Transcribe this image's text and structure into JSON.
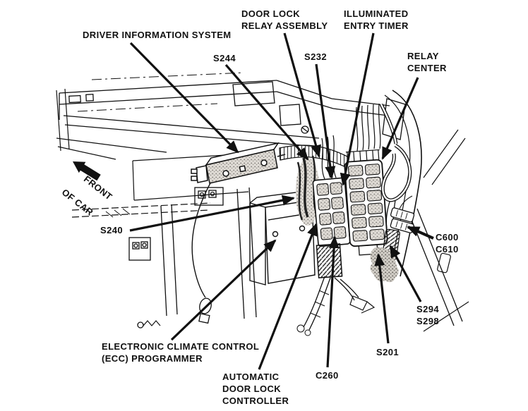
{
  "figure": {
    "background": "#ffffff",
    "ink": "#111111",
    "stipple_gray": "#8a8680",
    "front_of_car": {
      "line1": "FRONT",
      "line2": "OF CAR"
    },
    "labels": {
      "driver_information_system": "DRIVER INFORMATION SYSTEM",
      "s244": "S244",
      "door_lock_relay_assembly": "DOOR LOCK\nRELAY ASSEMBLY",
      "s232": "S232",
      "illuminated_entry_timer": "ILLUMINATED\nENTRY TIMER",
      "relay_center": "RELAY\nCENTER",
      "s240": "S240",
      "c600_c610": "C600\nC610",
      "s294_s298": "S294\nS298",
      "s201": "S201",
      "c260": "C260",
      "ecc_programmer": "ELECTRONIC CLIMATE CONTROL\n(ECC) PROGRAMMER",
      "automatic_door_lock_controller": "AUTOMATIC\nDOOR LOCK\nCONTROLLER"
    }
  }
}
